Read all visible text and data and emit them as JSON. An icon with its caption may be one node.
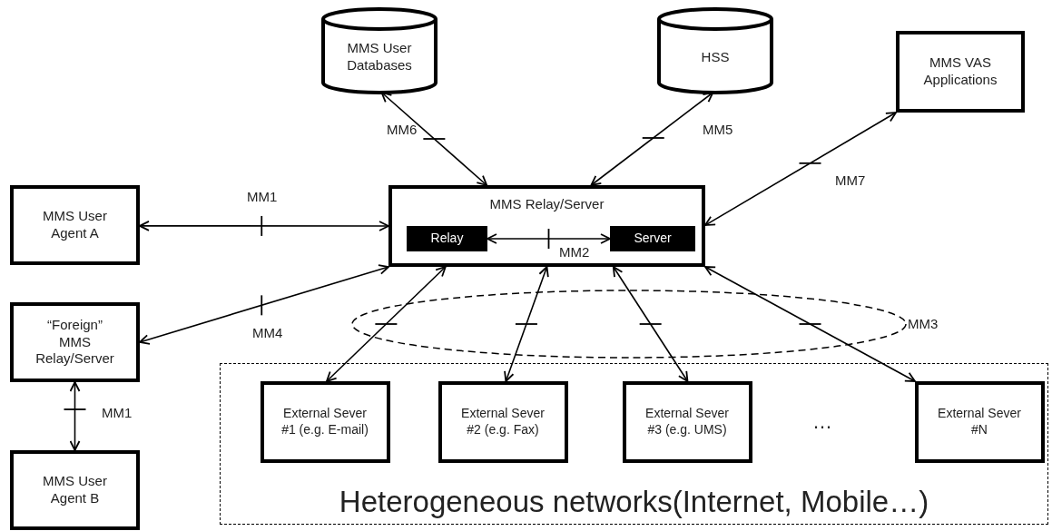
{
  "diagram": {
    "nodes": [
      {
        "text": [
          "MMS User Databases"
        ]
      },
      {
        "text": [
          "HSS"
        ]
      },
      {
        "text": [
          "MMS VAS Applications"
        ]
      },
      {
        "text": [
          "MMS Relay/Server"
        ]
      },
      {
        "text": [
          "Relay"
        ],
        "in": 3
      },
      {
        "text": [
          "Server"
        ],
        "in": 3
      },
      {
        "text": [
          "MMS User Agent A"
        ]
      },
      {
        "text": [
          "“Foreign” MMS Relay/Server"
        ]
      },
      {
        "text": [
          "MMS User Agent B"
        ]
      },
      {
        "text": [
          "Heterogeneous networks(Internet, Mobile…)"
        ]
      },
      {
        "text": [
          "External Sever #1 (e.g. E-mail)"
        ],
        "in": 9
      },
      {
        "text": [
          "External Sever #2 (e.g. Fax)"
        ],
        "in": 9
      },
      {
        "text": [
          "External Sever #3 (e.g. UMS)"
        ],
        "in": 9
      },
      {
        "text": [
          "External Sever #N"
        ],
        "in": 9
      }
    ],
    "edges": [
      {
        "from": 0,
        "to": 3,
        "arrow": "both",
        "label": "MM6"
      },
      {
        "from": 1,
        "to": 3,
        "arrow": "both",
        "label": "MM5"
      },
      {
        "from": 2,
        "to": 3,
        "arrow": "both",
        "label": "MM7"
      },
      {
        "from": 6,
        "to": 3,
        "arrow": "both",
        "label": "MM1"
      },
      {
        "from": 4,
        "to": 5,
        "arrow": "both",
        "label": "MM2"
      },
      {
        "from": 7,
        "to": 3,
        "arrow": "both",
        "label": "MM4"
      },
      {
        "from": 7,
        "to": 8,
        "arrow": "both",
        "label": "MM1"
      },
      {
        "from": 10,
        "to": 3,
        "arrow": "both"
      },
      {
        "from": 11,
        "to": 3,
        "arrow": "both"
      },
      {
        "from": 12,
        "to": 3,
        "arrow": "both"
      },
      {
        "from": 13,
        "to": 3,
        "arrow": "both"
      }
    ],
    "labels": [
      "MM3",
      "…"
    ]
  }
}
